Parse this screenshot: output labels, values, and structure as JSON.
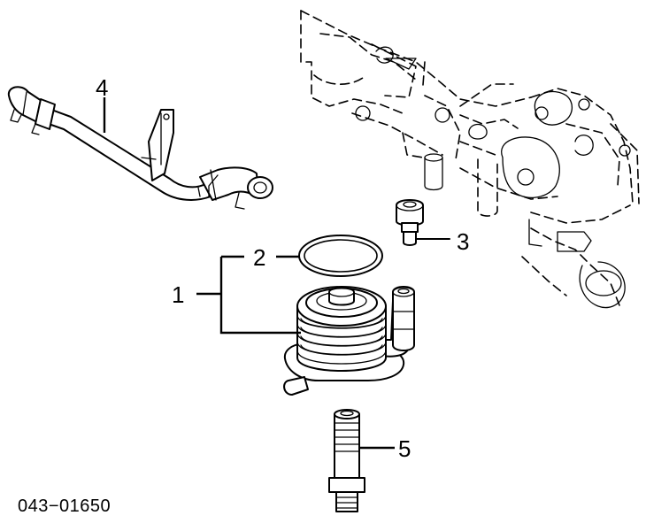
{
  "callouts": {
    "c1": "1",
    "c2": "2",
    "c3": "3",
    "c4": "4",
    "c5": "5"
  },
  "diagram_code": "043−01650"
}
